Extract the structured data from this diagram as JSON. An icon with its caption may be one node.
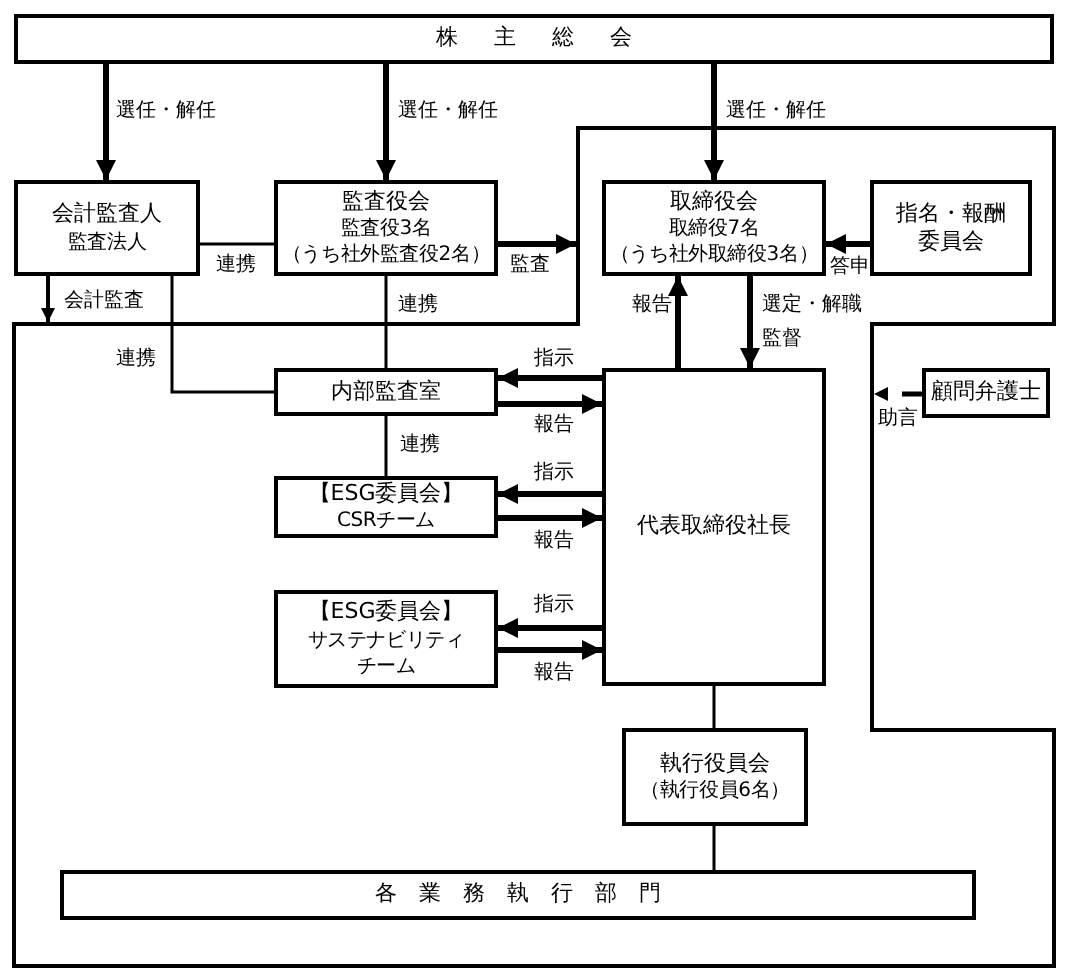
{
  "diagram": {
    "nodes": [
      {
        "text": [
          "株主総会"
        ]
      },
      {
        "text": [
          "会計監査人",
          "監査法人"
        ]
      },
      {
        "text": [
          "監査役会",
          "監査役3名",
          "（うち社外監査役2名）"
        ]
      },
      {
        "text": [],
        "shape": "box"
      },
      {
        "text": [
          "取締役会",
          "取締役7名",
          "（うち社外取締役3名）"
        ],
        "in": 3
      },
      {
        "text": [
          "指名・報酬委員会"
        ],
        "in": 3
      },
      {
        "text": [
          "内部監査室"
        ],
        "in": 3
      },
      {
        "text": [
          "代表取締役社長"
        ],
        "in": 3
      },
      {
        "text": [
          "顧問弁護士"
        ]
      },
      {
        "text": [
          "【ESG委員会】",
          "CSRチーム"
        ],
        "in": 3
      },
      {
        "text": [
          "【ESG委員会】",
          "サステナビリティチーム"
        ],
        "in": 3
      },
      {
        "text": [
          "執行役員会",
          "（執行役員6名）"
        ],
        "in": 3
      },
      {
        "text": [
          "各業務執行部門"
        ],
        "in": 3
      }
    ],
    "edges": [
      {
        "from": 0,
        "to": 1,
        "arrow": "to",
        "label": "選任・解任"
      },
      {
        "from": 0,
        "to": 2,
        "arrow": "to",
        "label": "選任・解任"
      },
      {
        "from": 0,
        "to": 4,
        "arrow": "to",
        "label": "選任・解任"
      },
      {
        "from": 1,
        "to": 2,
        "arrow": "none",
        "label": "連携"
      },
      {
        "from": 2,
        "to": 3,
        "arrow": "to",
        "label": "監査"
      },
      {
        "from": 1,
        "to": 3,
        "arrow": "to",
        "label": "会計監査"
      },
      {
        "from": 1,
        "to": 6,
        "arrow": "none",
        "label": "連携"
      },
      {
        "from": 2,
        "to": 6,
        "arrow": "none",
        "label": "連携"
      },
      {
        "from": 5,
        "to": 4,
        "arrow": "to",
        "label": "答申"
      },
      {
        "from": 7,
        "to": 4,
        "arrow": "to",
        "label": "報告"
      },
      {
        "from": 4,
        "to": 7,
        "arrow": "to",
        "label": "選定・解職"
      },
      {
        "from": 7,
        "to": 6,
        "arrow": "to",
        "label": "指示"
      },
      {
        "from": 6,
        "to": 7,
        "arrow": "to",
        "label": "報告"
      },
      {
        "from": 6,
        "to": 9,
        "arrow": "none",
        "label": "連携"
      },
      {
        "from": 7,
        "to": 9,
        "arrow": "to",
        "label": "指示"
      },
      {
        "from": 9,
        "to": 7,
        "arrow": "to",
        "label": "報告"
      },
      {
        "from": 7,
        "to": 10,
        "arrow": "to",
        "label": "指示"
      },
      {
        "from": 10,
        "to": 7,
        "arrow": "to",
        "label": "報告"
      },
      {
        "from": 8,
        "to": 3,
        "arrow": "to",
        "label": "助言",
        "style": "dashed"
      },
      {
        "from": 7,
        "to": 11,
        "arrow": "none"
      },
      {
        "from": 11,
        "to": 12,
        "arrow": "none"
      }
    ],
    "labels": [
      "監督"
    ]
  }
}
